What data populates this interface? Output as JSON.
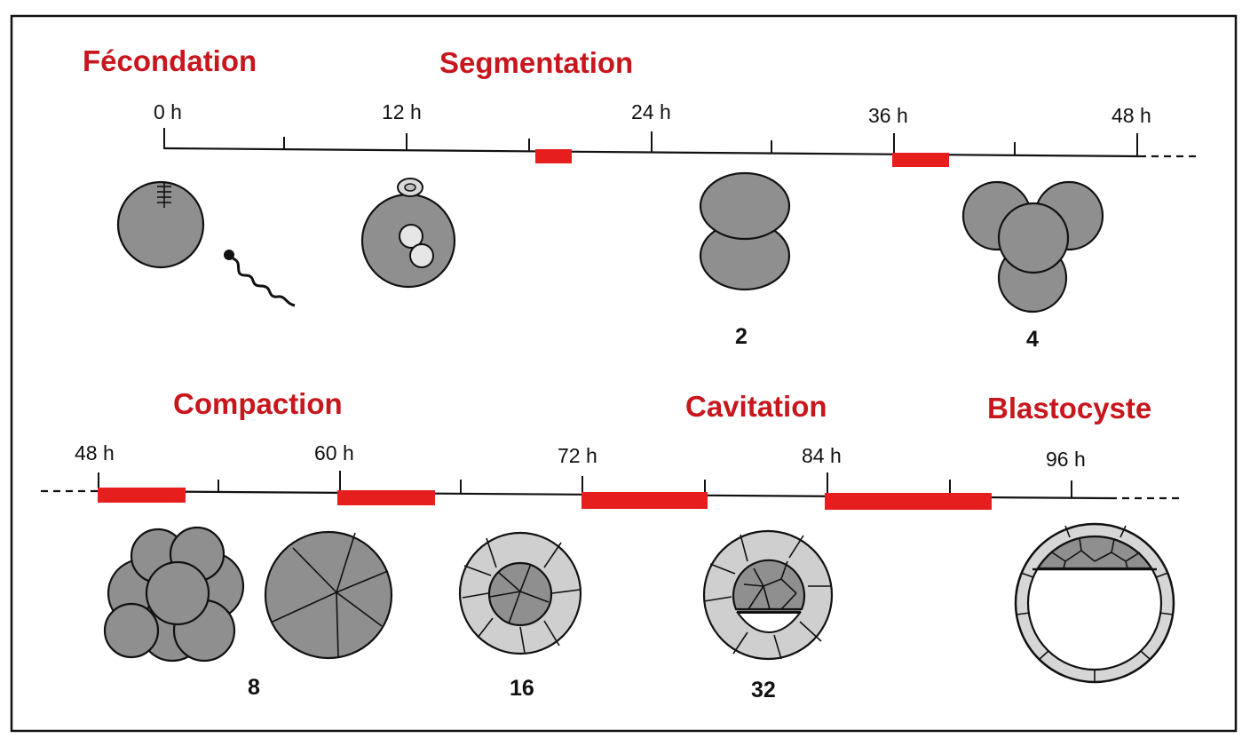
{
  "phases": {
    "fecondation": "Fécondation",
    "segmentation": "Segmentation",
    "compaction": "Compaction",
    "cavitation": "Cavitation",
    "blastocyste": "Blastocyste"
  },
  "timeline_top": {
    "ticks": [
      "0 h",
      "12 h",
      "24 h",
      "36 h",
      "48 h"
    ]
  },
  "timeline_bottom": {
    "ticks": [
      "48 h",
      "60 h",
      "72 h",
      "84 h",
      "96 h"
    ]
  },
  "cell_counts": {
    "two": "2",
    "four": "4",
    "eight": "8",
    "sixteen": "16",
    "thirtytwo": "32"
  },
  "colors": {
    "phase_text": "#c8161d",
    "bar": "#e61e1e",
    "cell_dark": "#8f8f8f",
    "cell_light": "#cfcfcf"
  }
}
